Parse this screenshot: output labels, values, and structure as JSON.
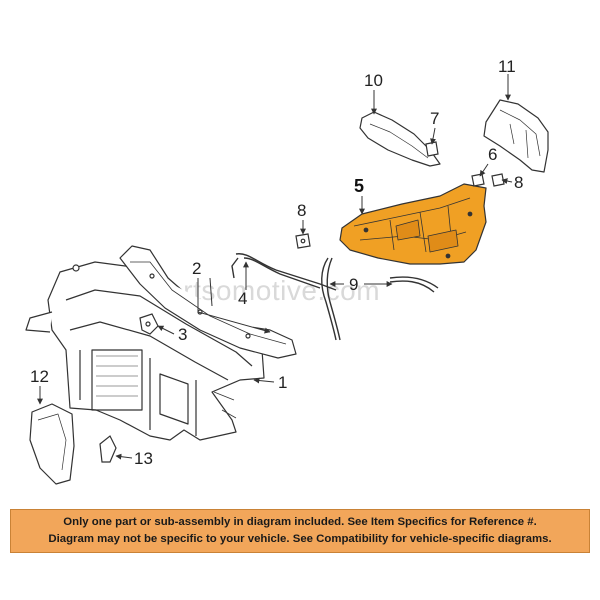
{
  "watermark": "Partsomotive.com",
  "callouts": {
    "c1": "1",
    "c2": "2",
    "c3": "3",
    "c4": "4",
    "c5": "5",
    "c6": "6",
    "c7": "7",
    "c8a": "8",
    "c8b": "8",
    "c9": "9",
    "c10": "10",
    "c11": "11",
    "c12": "12",
    "c13": "13"
  },
  "highlight_color": "#f0a024",
  "disclaimer": {
    "line1": "Only one part or sub-assembly in diagram included. See Item Specifics for Reference #.",
    "line2": "Diagram may not be specific to your vehicle. See Compatibility for vehicle-specific diagrams."
  }
}
